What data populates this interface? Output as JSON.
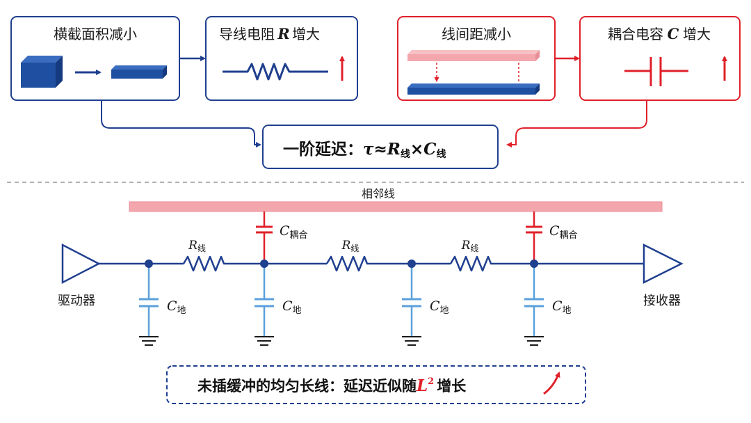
{
  "top": {
    "box1": {
      "title": "横截面积减小"
    },
    "box2": {
      "title": "导线电阻",
      "symbol": "R",
      "suffix": "增大"
    },
    "box3": {
      "title": "线间距减小"
    },
    "box4": {
      "title": "耦合电容",
      "symbol": "C",
      "suffix": "增大"
    },
    "formula": {
      "prefix": "一阶延迟：",
      "tau": "τ",
      "approx": "≈",
      "r": "R",
      "r_sub": "线",
      "times": "×",
      "c": "C",
      "c_sub": "线"
    }
  },
  "circuit": {
    "neighbor_label": "相邻线",
    "driver_label": "驱动器",
    "receiver_label": "接收器",
    "r_symbol": "R",
    "r_sub": "线",
    "c_symbol": "C",
    "c_ground_sub": "地",
    "c_couple_sub": "耦合"
  },
  "footer": {
    "text": "未插缓冲的均匀长线：延迟近似随",
    "L": "L",
    "exp": "2",
    "suffix": "增长"
  },
  "colors": {
    "blue": "#1f3f8f",
    "red": "#e0202a",
    "pink_fill": "#f4a6ad",
    "light_blue": "#5aa0dc",
    "dash": "#9a9a9a"
  }
}
